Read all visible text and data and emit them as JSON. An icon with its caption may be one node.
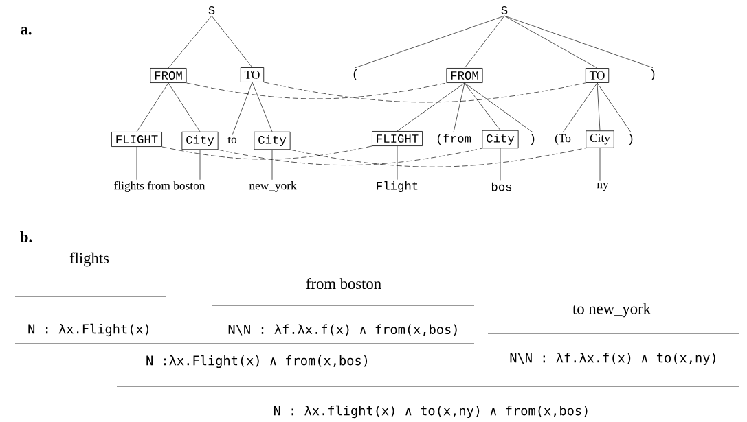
{
  "diagram": {
    "nodes": [
      {
        "text": [
          "S"
        ]
      },
      {
        "text": [
          "FROM"
        ]
      },
      {
        "text": [
          "TO"
        ]
      },
      {
        "text": [
          "FLIGHT"
        ]
      },
      {
        "text": [
          "City"
        ]
      },
      {
        "text": [
          "to"
        ]
      },
      {
        "text": [
          "City"
        ]
      },
      {
        "text": [
          "flights from boston"
        ]
      },
      {
        "text": [
          "new_york"
        ]
      },
      {
        "text": [
          "S"
        ]
      },
      {
        "text": [
          "("
        ]
      },
      {
        "text": [
          "FROM"
        ]
      },
      {
        "text": [
          "TO"
        ]
      },
      {
        "text": [
          ")"
        ]
      },
      {
        "text": [
          "FLIGHT"
        ]
      },
      {
        "text": [
          "(from"
        ]
      },
      {
        "text": [
          "City"
        ]
      },
      {
        "text": [
          ")"
        ]
      },
      {
        "text": [
          "(To"
        ]
      },
      {
        "text": [
          "City"
        ]
      },
      {
        "text": [
          ")"
        ]
      },
      {
        "text": [
          "Flight"
        ]
      },
      {
        "text": [
          "bos"
        ]
      },
      {
        "text": [
          "ny"
        ]
      }
    ],
    "edges": [
      {
        "from": 0,
        "to": 1,
        "arrow": "none"
      },
      {
        "from": 0,
        "to": 2,
        "arrow": "none"
      },
      {
        "from": 1,
        "to": 3,
        "arrow": "none"
      },
      {
        "from": 1,
        "to": 4,
        "arrow": "none"
      },
      {
        "from": 2,
        "to": 5,
        "arrow": "none"
      },
      {
        "from": 2,
        "to": 6,
        "arrow": "none"
      },
      {
        "from": 3,
        "to": 7,
        "arrow": "none"
      },
      {
        "from": 4,
        "to": 7,
        "arrow": "none"
      },
      {
        "from": 6,
        "to": 8,
        "arrow": "none"
      },
      {
        "from": 9,
        "to": 10,
        "arrow": "none"
      },
      {
        "from": 9,
        "to": 11,
        "arrow": "none"
      },
      {
        "from": 9,
        "to": 12,
        "arrow": "none"
      },
      {
        "from": 9,
        "to": 13,
        "arrow": "none"
      },
      {
        "from": 11,
        "to": 14,
        "arrow": "none"
      },
      {
        "from": 11,
        "to": 15,
        "arrow": "none"
      },
      {
        "from": 11,
        "to": 16,
        "arrow": "none"
      },
      {
        "from": 11,
        "to": 17,
        "arrow": "none"
      },
      {
        "from": 12,
        "to": 18,
        "arrow": "none"
      },
      {
        "from": 12,
        "to": 19,
        "arrow": "none"
      },
      {
        "from": 12,
        "to": 20,
        "arrow": "none"
      },
      {
        "from": 14,
        "to": 21,
        "arrow": "none"
      },
      {
        "from": 16,
        "to": 22,
        "arrow": "none"
      },
      {
        "from": 19,
        "to": 23,
        "arrow": "none"
      },
      {
        "from": 1,
        "to": 11,
        "arrow": "none",
        "style": "dashed"
      },
      {
        "from": 2,
        "to": 12,
        "arrow": "none",
        "style": "dashed"
      },
      {
        "from": 3,
        "to": 14,
        "arrow": "none",
        "style": "dashed"
      },
      {
        "from": 4,
        "to": 16,
        "arrow": "none",
        "style": "dashed"
      },
      {
        "from": 6,
        "to": 19,
        "arrow": "none",
        "style": "dashed"
      }
    ],
    "labels": [
      "a.",
      "b.",
      "flights",
      "from boston",
      "to new_york",
      "N : λx.Flight(x)",
      "N\\N : λf.λx.f(x) ∧ from(x,bos)",
      "N :λx.Flight(x) ∧ from(x,bos)",
      "N\\N : λf.λx.f(x) ∧ to(x,ny)",
      "N : λx.flight(x) ∧ to(x,ny) ∧ from(x,bos)"
    ]
  }
}
